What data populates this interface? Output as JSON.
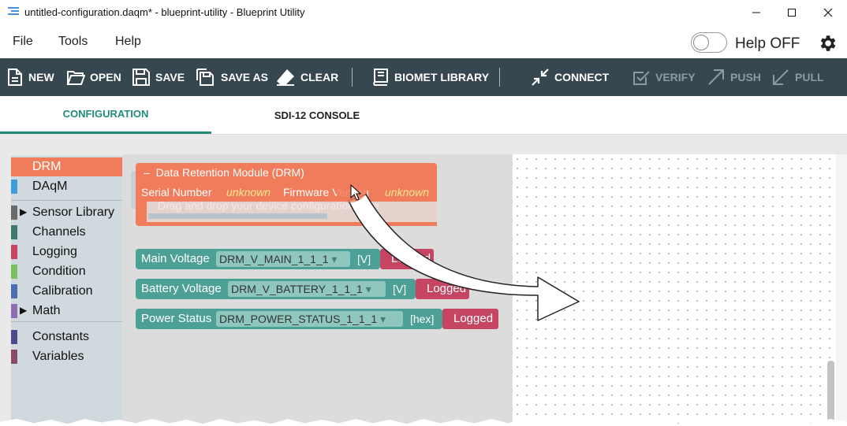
{
  "window": {
    "title": "untitled-configuration.daqm* - blueprint-utility - Blueprint Utility",
    "minimize_glyph": "—",
    "maximize_glyph": "☐",
    "close_glyph": "✕"
  },
  "menu": {
    "items": [
      "File",
      "Tools",
      "Help"
    ],
    "help_toggle_label": "Help OFF"
  },
  "toolbar": {
    "new": "NEW",
    "open": "OPEN",
    "save": "SAVE",
    "save_as": "SAVE AS",
    "clear": "CLEAR",
    "biomet_library": "BIOMET LIBRARY",
    "connect": "CONNECT",
    "verify": "VERIFY",
    "push": "PUSH",
    "pull": "PULL"
  },
  "tabs": [
    "CONFIGURATION",
    "SDI-12 CONSOLE"
  ],
  "categories": [
    {
      "label": "DRM",
      "color": "#f07c5c",
      "active": true
    },
    {
      "label": "DAqM",
      "color": "#3b9ed8"
    },
    {
      "label": "Sensor Library",
      "color": "#6a6a6a",
      "expandable": true
    },
    {
      "label": "Channels",
      "color": "#3c7a6e"
    },
    {
      "label": "Logging",
      "color": "#c64563"
    },
    {
      "label": "Condition",
      "color": "#7bbf63"
    },
    {
      "label": "Calibration",
      "color": "#4a6fb3"
    },
    {
      "label": "Math",
      "color": "#8f6db0",
      "expandable": true
    },
    {
      "label": "Constants",
      "color": "#4b4b8a"
    },
    {
      "label": "Variables",
      "color": "#8a4b6a"
    }
  ],
  "drm_block": {
    "title": "Data Retention Module (DRM)",
    "collapse_glyph": "–",
    "serial_label": "Serial Number",
    "serial_value": "unknown",
    "firmware_label": "Firmware Version",
    "firmware_value": "unknown",
    "drop_hint": "Drag and drop your device configuration here"
  },
  "sensor_blocks": [
    {
      "label": "Main Voltage",
      "field": "DRM_V_MAIN_1_1_1",
      "unit": "[V]",
      "logged": "Logged"
    },
    {
      "label": "Battery Voltage",
      "field": "DRM_V_BATTERY_1_1_1",
      "unit": "[V]",
      "logged": "Logged"
    },
    {
      "label": "Power Status",
      "field": "DRM_POWER_STATUS_1_1_1",
      "unit": "[hex]",
      "logged": "Logged"
    }
  ],
  "dropdown_glyph": "▾",
  "colors": {
    "toolbar_bg": "#37474f",
    "tab_active": "#218c7a",
    "drm_block": "#f07c5c",
    "sensor_block": "#4da095",
    "logged_block": "#c64563"
  }
}
